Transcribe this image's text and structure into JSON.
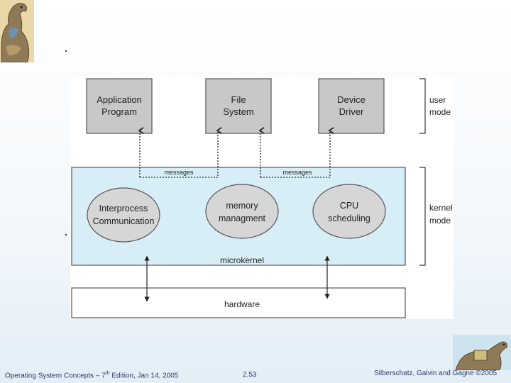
{
  "diagram": {
    "user_boxes": [
      {
        "line1": "Application",
        "line2": "Program"
      },
      {
        "line1": "File",
        "line2": "System"
      },
      {
        "line1": "Device",
        "line2": "Driver"
      }
    ],
    "kernel_ellipses": [
      {
        "line1": "Interprocess",
        "line2": "Communication"
      },
      {
        "line1": "memory",
        "line2": "managment"
      },
      {
        "line1": "CPU",
        "line2": "scheduling"
      }
    ],
    "messages_left": "messages",
    "messages_right": "messages",
    "microkernel_label": "microkernel",
    "hardware_label": "hardware",
    "user_mode": {
      "line1": "user",
      "line2": "mode"
    },
    "kernel_mode": {
      "line1": "kernel",
      "line2": "mode"
    }
  },
  "footer": {
    "left_prefix": "Operating System Concepts – 7",
    "left_sup": "th",
    "left_suffix": " Edition, Jan 14, 2005",
    "center": "2.53",
    "right": "Silberschatz, Galvin and Gagne ©2005"
  },
  "colors": {
    "kernel_fill": "#d8eef7",
    "box_fill": "#c8c8c8",
    "ellipse_fill": "#d6d6d6"
  }
}
